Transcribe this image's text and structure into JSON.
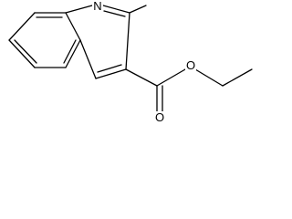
{
  "molecule": {
    "atoms": {
      "n1": "N",
      "o_ether": "O",
      "o_carbonyl": "O"
    },
    "colors": {
      "bond": "#000000",
      "label": "#000000",
      "background": "#ffffff"
    }
  }
}
